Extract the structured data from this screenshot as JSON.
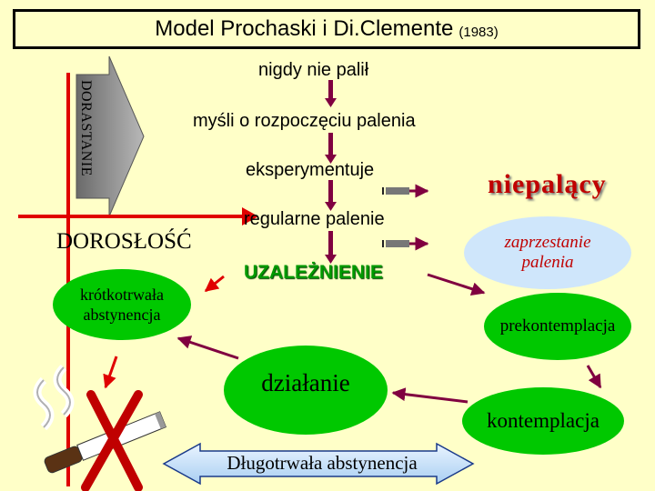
{
  "title": {
    "main": "Model Prochaski i Di.Clemente",
    "year": "(1983)"
  },
  "stages": {
    "never": "nigdy nie palił",
    "thinking": "myśli o rozpoczęciu palenia",
    "experimenting": "eksperymentuje",
    "regular": "regularne palenie",
    "addiction": "UZALEŻNIENIE"
  },
  "age": {
    "adolescence": "DORASTANIE",
    "adulthood": "DOROSŁOŚĆ"
  },
  "states": {
    "nonsmoker": "niepalący",
    "quitting": "zaprzestanie palenia",
    "short_abstinence": "krótkotrwała abstynencja",
    "precontemplation": "prekontemplacja",
    "contemplation": "kontemplacja",
    "action": "działanie",
    "long_abstinence": "Długotrwała abstynencja"
  },
  "colors": {
    "background": "#ffffc8",
    "red": "#e00000",
    "dark_red": "#c00000",
    "green": "#00c800",
    "light_blue": "#cfe6fb",
    "gray": "#8a8a8a",
    "magenta": "#800040"
  },
  "icons": [
    "no-smoking-cigarette-icon"
  ]
}
